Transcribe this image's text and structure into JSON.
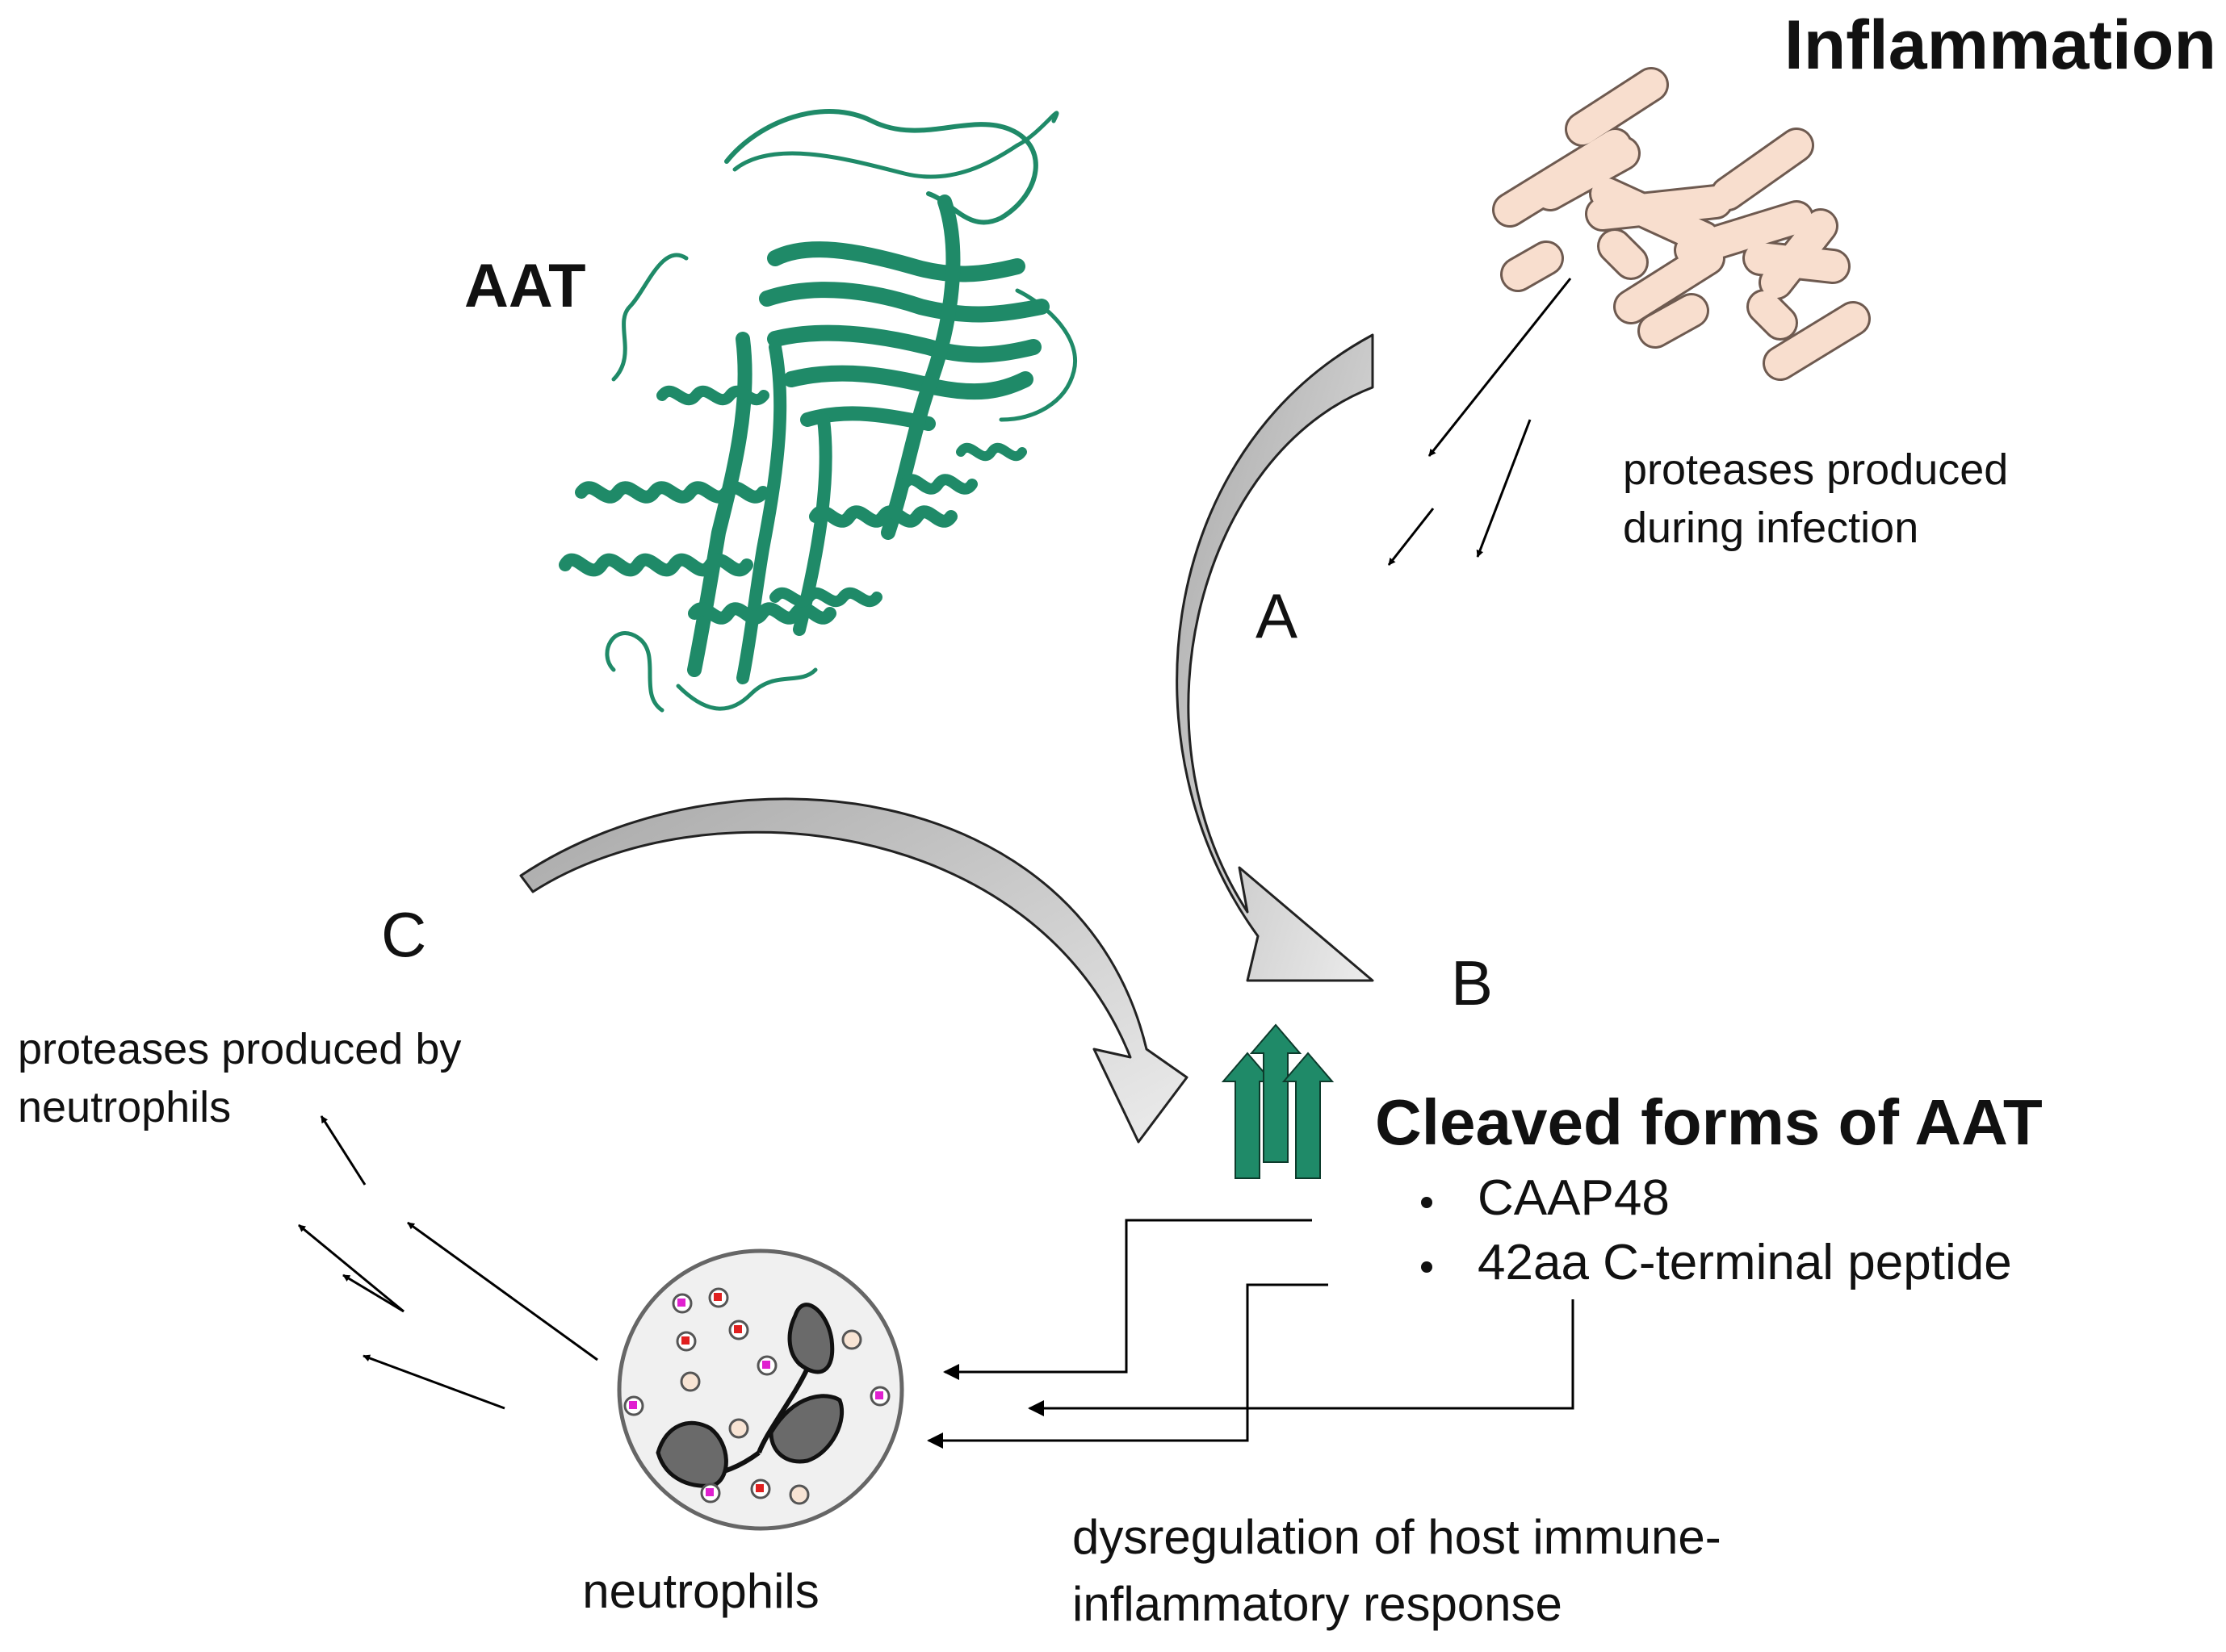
{
  "labels": {
    "aat": "AAT",
    "inflammation": "Inflammation",
    "infection_proteases_line1": "proteases produced",
    "infection_proteases_line2": "during infection",
    "step_a": "A",
    "step_b": "B",
    "step_c": "C",
    "neutrophil_proteases_line1": "proteases produced by",
    "neutrophil_proteases_line2": "neutrophils",
    "cleaved_title": "Cleaved forms of AAT",
    "bullet_1": "CAAP48",
    "bullet_2": "42aa C-terminal peptide",
    "neutrophils": "neutrophils",
    "dysregulation_line1": "dysregulation of host immune-",
    "dysregulation_line2": "inflammatory response"
  },
  "colors": {
    "protein_green": "#1f8a68",
    "bacteria_fill": "#f8dece",
    "bacteria_stroke": "#6e5a50",
    "curved_arrow_fill": "#c6c6c6",
    "cell_fill": "#f0f0f0",
    "nucleus_fill": "#6a6a6a",
    "granule_magenta": "#e020d0",
    "granule_red": "#e02020",
    "granule_peach": "#f8e4d4"
  },
  "icons": {
    "protein": "aat-protein-ribbon-icon",
    "bacteria": "bacteria-cluster-icon",
    "neutrophil": "neutrophil-cell-icon",
    "increase": "triple-up-arrows-icon"
  }
}
